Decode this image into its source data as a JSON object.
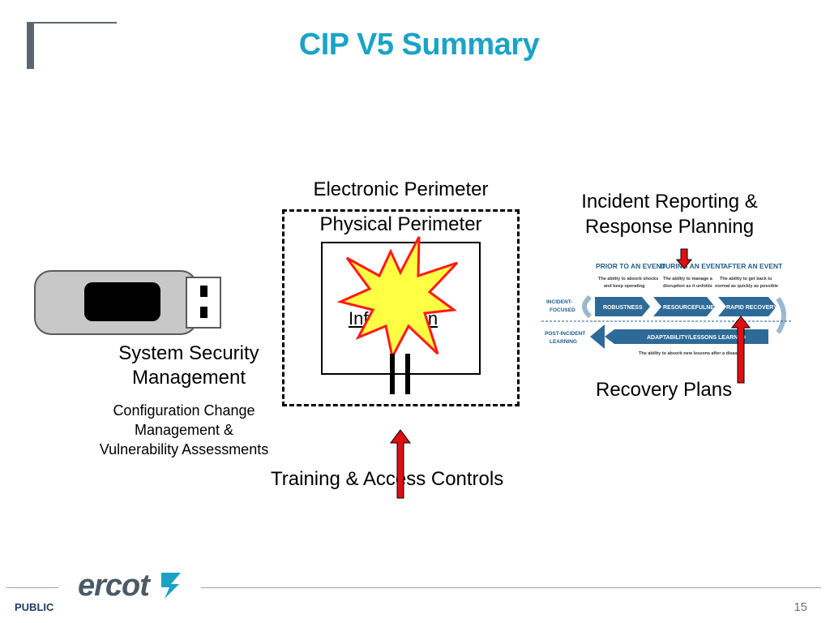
{
  "title": "CIP V5 Summary",
  "labels": {
    "electronic_perimeter": "Electronic Perimeter",
    "physical_perimeter": "Physical Perimeter",
    "incident_reporting_line1": "Incident Reporting &",
    "incident_reporting_line2": "Response Planning",
    "recovery_plans": "Recovery Plans",
    "system_security_line1": "System Security",
    "system_security_line2": "Management",
    "config_line1": "Configuration Change",
    "config_line2": "Management &",
    "config_line3": "Vulnerability Assessments",
    "training": "Training & Access Controls",
    "information_partial": "Information"
  },
  "resilience_graphic": {
    "prior": "PRIOR TO AN EVENT",
    "prior_desc1": "The ability to absorb shocks",
    "prior_desc2": "and keep operating",
    "during": "DURING AN EVENT",
    "during_desc1": "The ability to manage a",
    "during_desc2": "disruption as it unfolds",
    "after": "AFTER AN EVENT",
    "after_desc1": "The ability to get back to",
    "after_desc2": "normal as quickly as possible",
    "incident_focused1": "INCIDENT-",
    "incident_focused2": "FOCUSED",
    "post_incident1": "POST-INCIDENT",
    "post_incident2": "LEARNING",
    "robustness": "ROBUSTNESS",
    "resourcefulness": "RESOURCEFULNESS",
    "rapid_recovery": "RAPID RECOVERY",
    "adaptability": "ADAPTABILITY/LESSONS LEARNED",
    "adaptability_desc": "The ability to absorb new lessons after a disaster"
  },
  "footer": {
    "public": "PUBLIC",
    "logo": "ercot",
    "page": "15"
  },
  "colors": {
    "title": "#1ba3c6",
    "arrow_red": "#e01010",
    "burst_yellow": "#ffff44",
    "burst_red": "#ff1a1a",
    "resilience_blue": "#1f5d8c"
  }
}
